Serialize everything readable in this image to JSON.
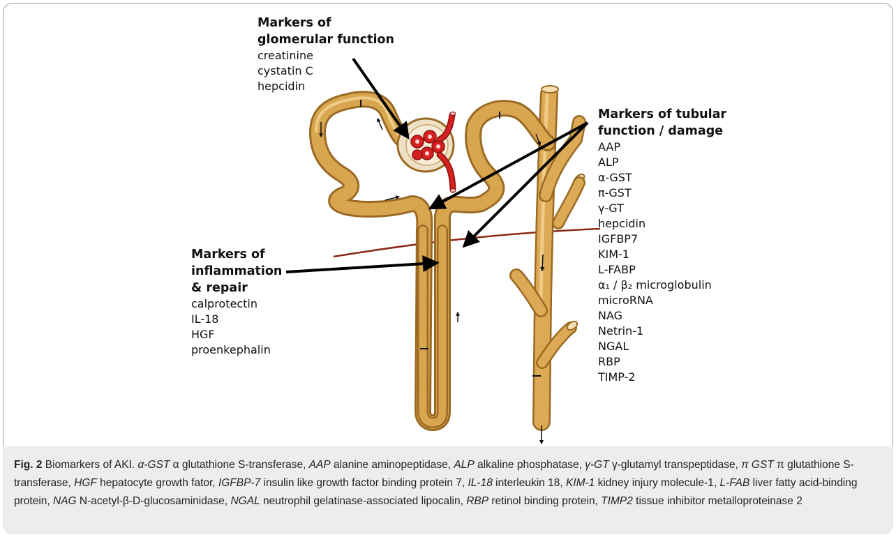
{
  "labels": {
    "glomerular": {
      "heading": [
        "Markers of",
        "glomerular function"
      ],
      "items": [
        "creatinine",
        "cystatin C",
        "hepcidin"
      ]
    },
    "tubular": {
      "heading": [
        "Markers of tubular",
        "function / damage"
      ],
      "items": [
        "AAP",
        "ALP",
        "α-GST",
        "π-GST",
        "γ-GT",
        "hepcidin",
        "IGFBP7",
        "KIM-1",
        "L-FABP",
        "α₁ / β₂ microglobulin",
        "microRNA",
        "NAG",
        "Netrin-1",
        "NGAL",
        "RBP",
        "TIMP-2"
      ]
    },
    "inflammation": {
      "heading": [
        "Markers of",
        "inflammation",
        "& repair"
      ],
      "items": [
        "calprotectin",
        "IL-18",
        "HGF",
        "proenkephalin"
      ]
    }
  },
  "caption": {
    "fig": "Fig. 2",
    "title": " Biomarkers of AKI. ",
    "abbrs": [
      {
        "abbr": "α-GST",
        "def": " α glutathione S-transferase, "
      },
      {
        "abbr": "AAP",
        "def": " alanine aminopeptidase, "
      },
      {
        "abbr": "ALP",
        "def": " alkaline phosphatase, "
      },
      {
        "abbr": "γ-GT",
        "def": " γ-glutamyl transpeptidase, "
      },
      {
        "abbr": "π GST",
        "def": " π glutathione S-transferase, "
      },
      {
        "abbr": "HGF",
        "def": " hepatocyte growth fator, "
      },
      {
        "abbr": "IGFBP-7",
        "def": " insulin like growth factor binding protein 7, "
      },
      {
        "abbr": "IL-18",
        "def": " interleukin 18, "
      },
      {
        "abbr": "KIM-1",
        "def": " kidney injury molecule-1, "
      },
      {
        "abbr": "L-FAB",
        "def": " liver fatty acid-binding protein, "
      },
      {
        "abbr": "NAG",
        "def": " N-acetyl-β-D-glucosaminidase, "
      },
      {
        "abbr": "NGAL",
        "def": " neutrophil gelatinase-associated lipocalin, "
      },
      {
        "abbr": "RBP",
        "def": " retinol binding protein, "
      },
      {
        "abbr": "TIMP2",
        "def": " tissue inhibitor metalloproteinase 2"
      }
    ]
  },
  "colors": {
    "tubule": "#d9a650",
    "tubule_dark": "#a8742a",
    "tubule_light": "#f2cf8a",
    "vessel": "#d42020",
    "cortex_line": "#8b2a14",
    "arrow": "#000000",
    "caption_bg": "#ededed"
  }
}
